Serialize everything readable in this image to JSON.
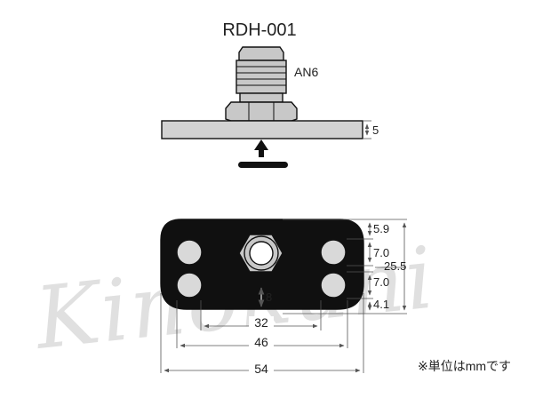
{
  "title": "RDH-001",
  "fitting_label": "AN6",
  "dimensions": {
    "plate_thickness": "5",
    "top_to_hole": "5.9",
    "hole_spacing_upper": "7.0",
    "hole_spacing_lower": "7.0",
    "bottom_to_hole": "4.1",
    "total_height": "25.5",
    "center_offset": "8",
    "width_inner": "32",
    "width_mid": "46",
    "width_total": "54"
  },
  "watermark": "Kinokuni",
  "unit_note": "※単位はmmです",
  "colors": {
    "body_fill": "#101010",
    "fitting_fill": "#c8c8c8",
    "plate_fill": "#d2d2d2",
    "hole_fill": "#d9d9d9",
    "watermark": "#d6d6d6",
    "dimension_line": "#555555"
  }
}
